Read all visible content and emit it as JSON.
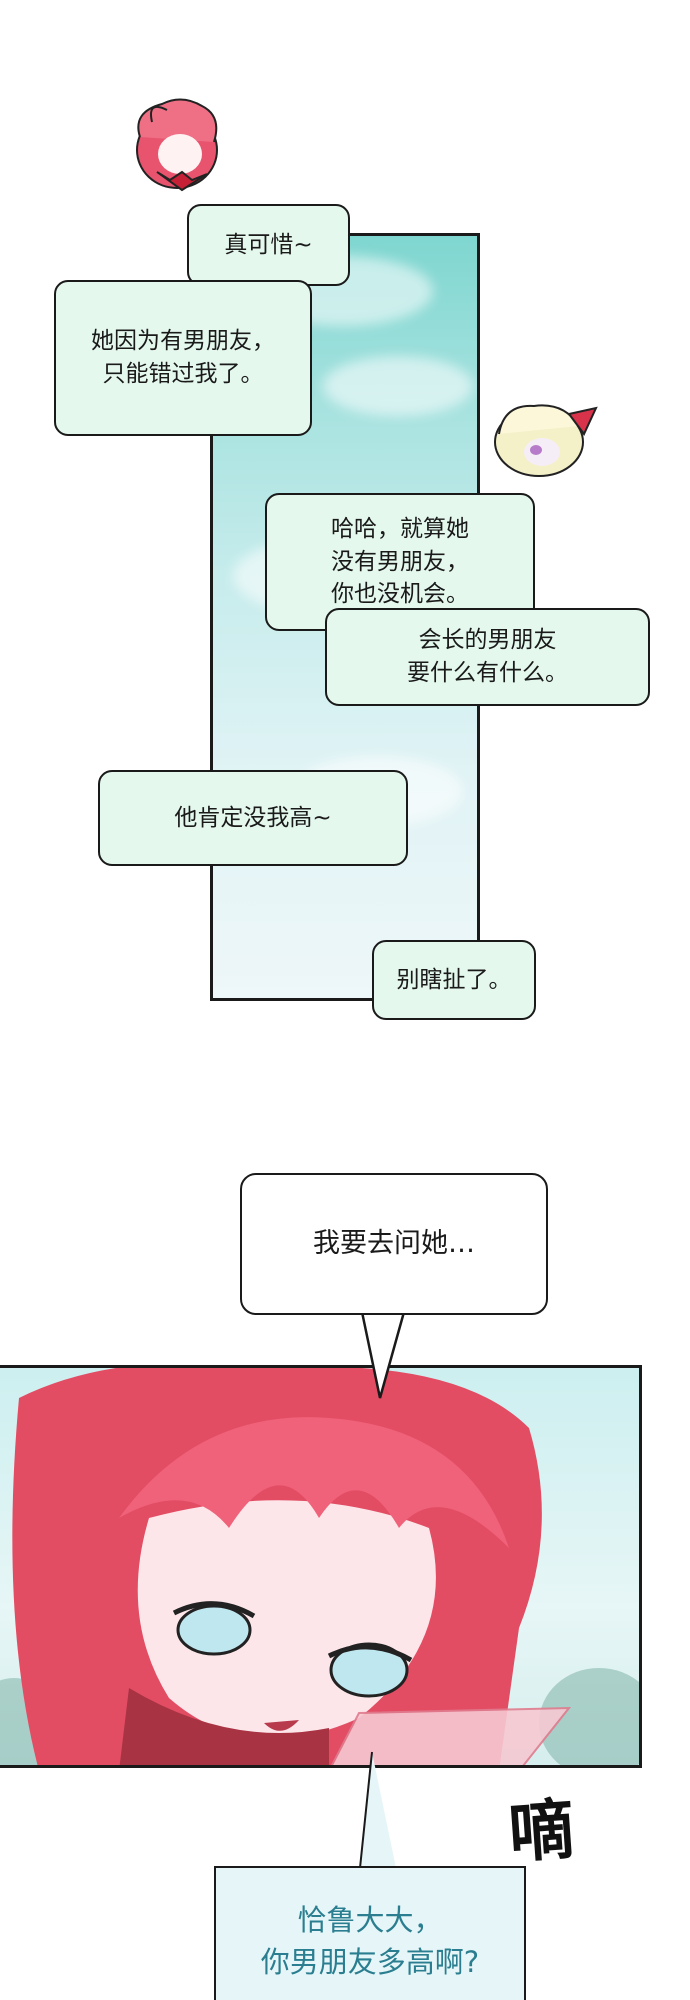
{
  "dialogue": {
    "b1": "真可惜~",
    "b2": "她因为有男朋友，\n只能错过我了。",
    "b3": "哈哈，就算她\n没有男朋友，\n你也没机会。",
    "b4": "会长的男朋友\n要什么有什么。",
    "b5": "他肯定没我高~",
    "b6": "别瞎扯了。",
    "b7": "我要去问她…",
    "b8": "恰鲁大大，\n你男朋友多高啊?"
  },
  "sfx": "嘀",
  "colors": {
    "bubble_green": "#e4f8ee",
    "bubble_blue": "#e6f6f8",
    "blue_text": "#2b7e90",
    "pink_hair": "#e8546e",
    "sky_teal": "#7fd6d0"
  }
}
